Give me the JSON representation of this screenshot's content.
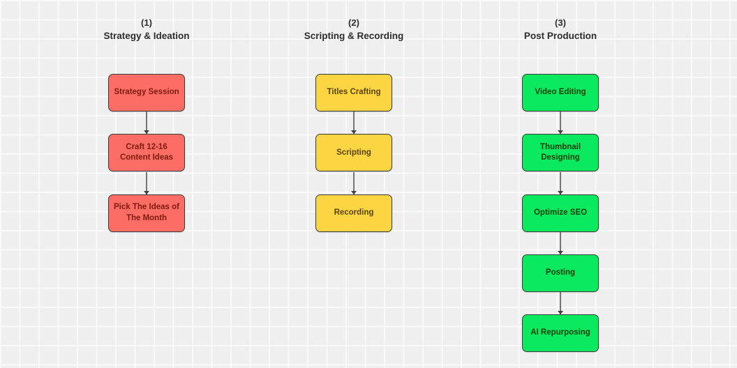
{
  "canvas": {
    "background_color": "#EFEFF0",
    "grid_line_color": "rgba(255,255,255,0.65)",
    "header_text_color": "#2D2D2D",
    "node_border_color": "#3A3A3A",
    "connector_line_color": "#757575",
    "connector_arrow_color": "#3F3F3F"
  },
  "columns": [
    {
      "number_label": "(1)",
      "title": "Strategy & Ideation",
      "node_fill_color": "#FC6E65",
      "node_text_color": "#7D1A0F",
      "nodes": [
        "Strategy Session",
        "Craft 12-16 Content Ideas",
        "Pick The Ideas of The Month"
      ]
    },
    {
      "number_label": "(2)",
      "title": "Scripting & Recording",
      "node_fill_color": "#FBD542",
      "node_text_color": "#5A4300",
      "nodes": [
        "Titles Crafting",
        "Scripting",
        "Recording"
      ]
    },
    {
      "number_label": "(3)",
      "title": "Post Production",
      "node_fill_color": "#0BE95E",
      "node_text_color": "#05400D",
      "nodes": [
        "Video Editing",
        "Thumbnail Designing",
        "Optimize SEO",
        "Posting",
        "AI Repurposing"
      ]
    }
  ]
}
